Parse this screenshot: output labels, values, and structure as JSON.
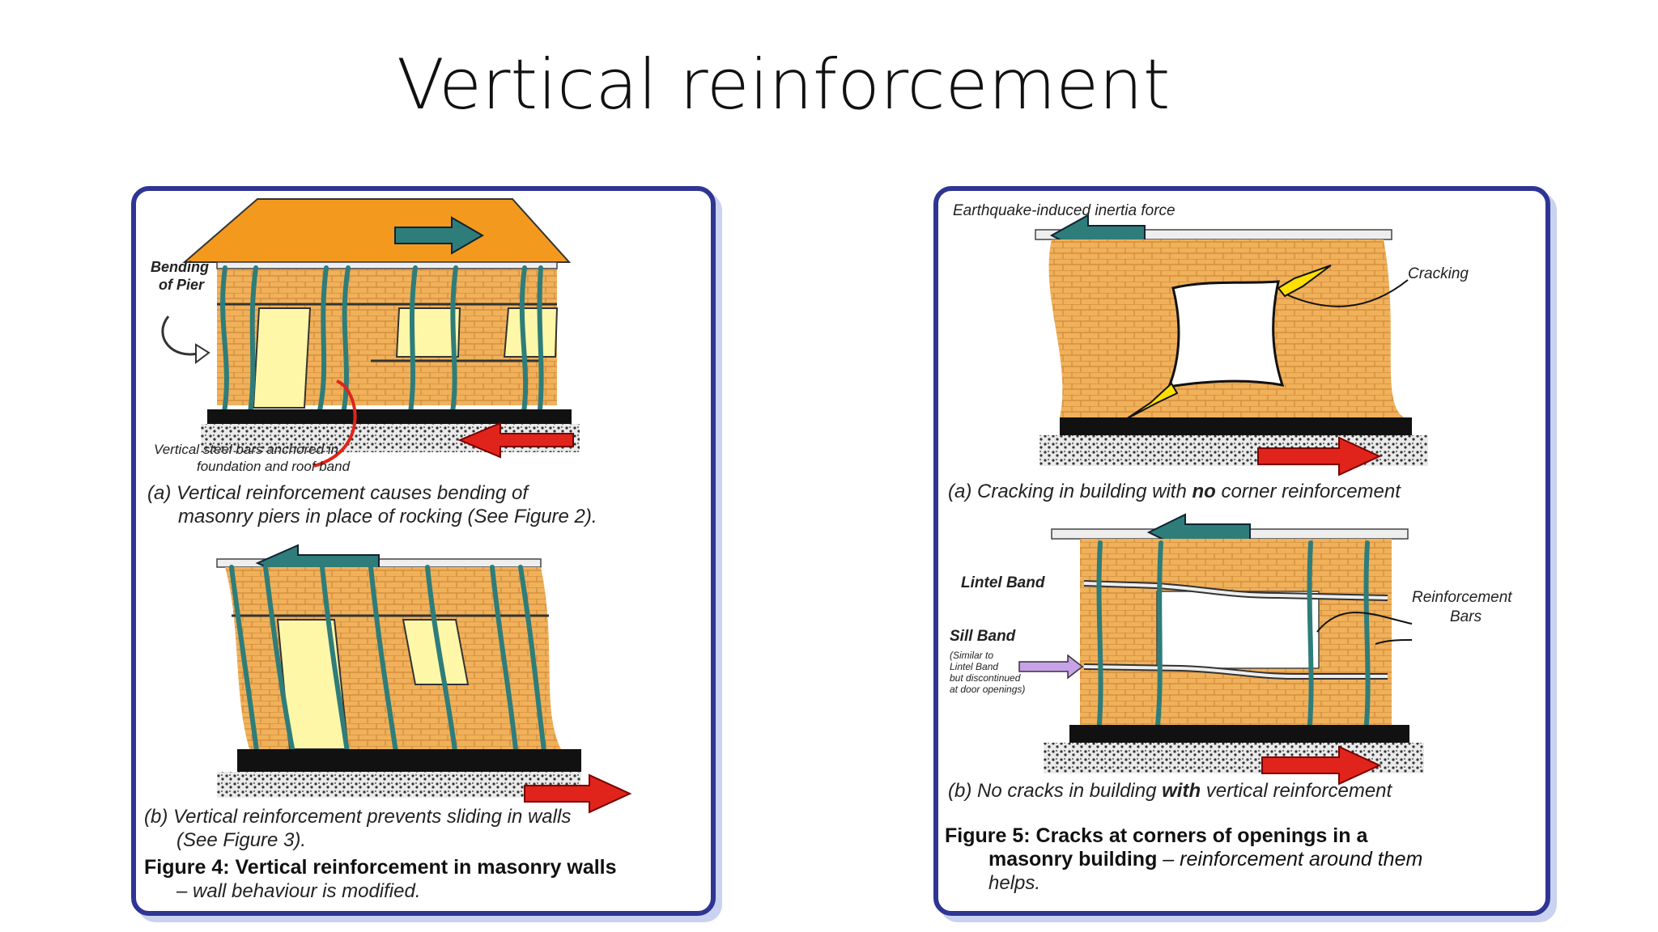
{
  "slide": {
    "title": "Vertical reinforcement"
  },
  "figure4": {
    "label_bending": [
      "Bending",
      "of Pier"
    ],
    "label_bars": [
      "Vertical steel bars anchored in",
      "foundation and roof band"
    ],
    "caption_a": [
      "(a) Vertical reinforcement causes bending of",
      "masonry piers in place of rocking (See Figure 2)."
    ],
    "caption_b": [
      "(b) Vertical reinforcement prevents sliding in walls",
      "(See Figure 3)."
    ],
    "title_bold": "Figure 4: Vertical reinforcement in masonry walls",
    "title_rest": "– wall behaviour is modified."
  },
  "figure5": {
    "label_inertia": "Earthquake-induced inertia force",
    "label_cracking": "Cracking",
    "caption_a_pre": "(a) Cracking in building with ",
    "caption_a_bold": "no",
    "caption_a_post": " corner reinforcement",
    "label_lintel": "Lintel Band",
    "label_reinf": [
      "Reinforcement",
      "Bars"
    ],
    "label_sill": "Sill Band",
    "label_sill_note": [
      "(Similar to",
      "Lintel Band",
      "but discontinued",
      "at door openings)"
    ],
    "caption_b_pre": "(b) No cracks in building ",
    "caption_b_bold": "with",
    "caption_b_post": " vertical reinforcement",
    "title_bold_1": "Figure 5: Cracks at corners of openings in a",
    "title_bold_2": "masonry building",
    "title_rest": " – reinforcement around them",
    "title_rest_2": "helps."
  },
  "colors": {
    "border": "#2f3592",
    "brick": "#f0b15a",
    "roof": "#f39a1e",
    "bar": "#2e7d7a",
    "arrow_red": "#e0241b",
    "window": "#fff7a8"
  }
}
